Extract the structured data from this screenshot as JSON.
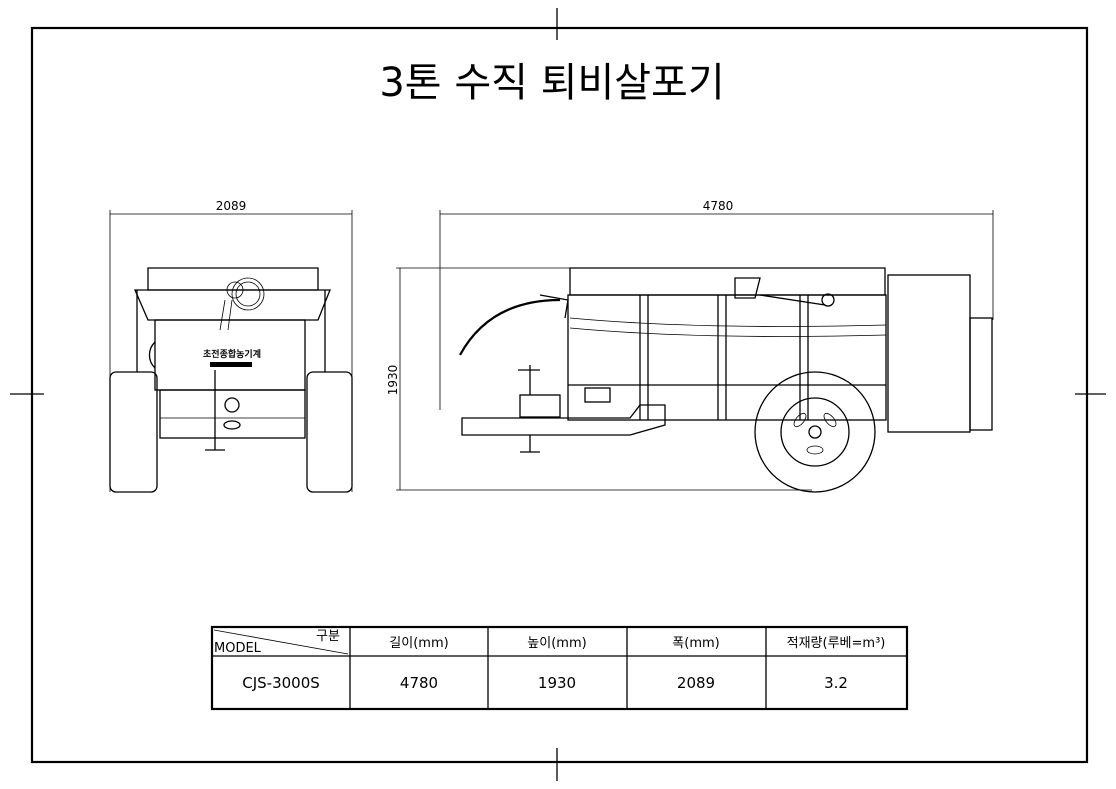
{
  "title": "3톤 수직 퇴비살포기",
  "front_view": {
    "width_dimension": "2089",
    "brand_label": "초전종합농기계"
  },
  "side_view": {
    "length_dimension": "4780",
    "height_dimension": "1930"
  },
  "spec_table": {
    "corner_header_top": "구분",
    "corner_header_bottom": "MODEL",
    "headers": [
      "길이(mm)",
      "높이(mm)",
      "폭(mm)",
      "적재량(루베=m³)"
    ],
    "rows": [
      {
        "model": "CJS-3000S",
        "length": "4780",
        "height": "1930",
        "width": "2089",
        "capacity": "3.2"
      }
    ]
  }
}
